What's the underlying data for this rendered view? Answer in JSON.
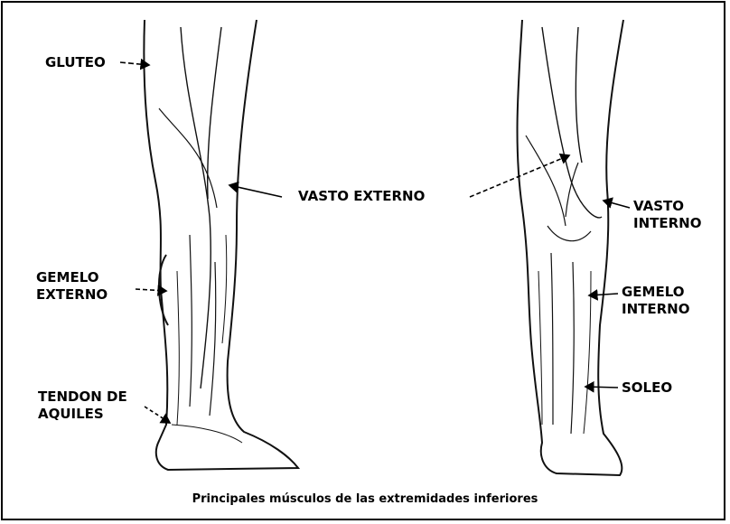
{
  "labels": {
    "gluteo": "GLUTEO",
    "vasto_externo": "VASTO EXTERNO",
    "vasto_interno": "VASTO\nINTERNO",
    "gemelo_externo": "GEMELO\nEXTERNO",
    "gemelo_interno": "GEMELO\nINTERNO",
    "tendon_aquiles": "TENDON DE\nAQUILES",
    "soleo": "SOLEO"
  },
  "caption": "Principales músculos de las extremidades inferiores"
}
